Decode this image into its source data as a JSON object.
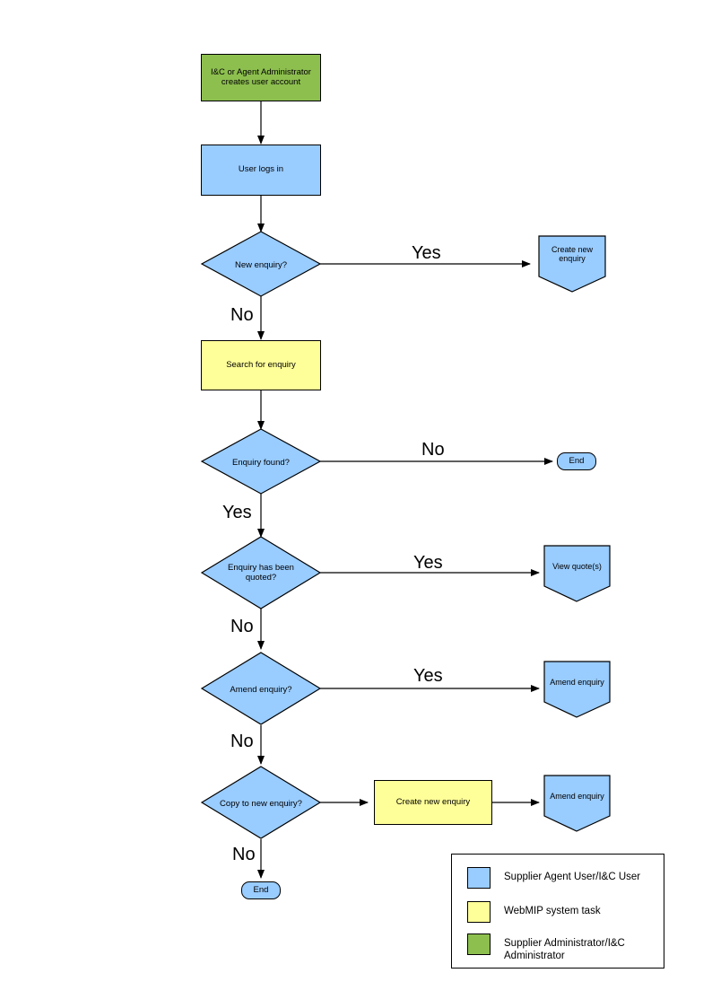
{
  "document": {
    "title": "WebMIP Enquiry Process Flowchart",
    "background": "#ffffff"
  },
  "colors": {
    "user_blue": "#99CCFF",
    "system_yellow": "#FFFF99",
    "admin_green": "#8DBF4F",
    "stroke": "#000000",
    "text": "#000000"
  },
  "nodes": {
    "admin_creates_account": {
      "label": "I&C or Agent Administrator creates user account",
      "shape": "process",
      "role": "admin"
    },
    "user_logs_in": {
      "label": "User logs in",
      "shape": "process",
      "role": "user"
    },
    "new_enquiry": {
      "label": "New enquiry?",
      "shape": "decision",
      "role": "user"
    },
    "create_new_enquiry_off": {
      "label": "Create new enquiry",
      "shape": "offpage",
      "role": "user"
    },
    "search_for_enquiry": {
      "label": "Search for enquiry",
      "shape": "process",
      "role": "system"
    },
    "enquiry_found": {
      "label": "Enquiry found?",
      "shape": "decision",
      "role": "user"
    },
    "end_top": {
      "label": "End",
      "shape": "terminator",
      "role": "user"
    },
    "enquiry_quoted": {
      "label": "Enquiry has been quoted?",
      "shape": "decision",
      "role": "user"
    },
    "view_quotes": {
      "label": "View quote(s)",
      "shape": "offpage",
      "role": "user"
    },
    "amend_enquiry_q": {
      "label": "Amend enquiry?",
      "shape": "decision",
      "role": "user"
    },
    "amend_enquiry_off_1": {
      "label": "Amend enquiry",
      "shape": "offpage",
      "role": "user"
    },
    "copy_to_new_enquiry": {
      "label": "Copy to new enquiry?",
      "shape": "decision",
      "role": "user"
    },
    "create_new_enquiry_task": {
      "label": "Create new enquiry",
      "shape": "process",
      "role": "system"
    },
    "amend_enquiry_off_2": {
      "label": "Amend enquiry",
      "shape": "offpage",
      "role": "user"
    },
    "end_bottom": {
      "label": "End",
      "shape": "terminator",
      "role": "user"
    }
  },
  "edge_labels": {
    "new_enquiry_yes": "Yes",
    "new_enquiry_no": "No",
    "enquiry_found_no": "No",
    "enquiry_found_yes": "Yes",
    "enquiry_quoted_yes": "Yes",
    "enquiry_quoted_no": "No",
    "amend_enquiry_yes": "Yes",
    "amend_enquiry_no": "No",
    "copy_to_new_no": "No"
  },
  "legend": {
    "items": [
      {
        "swatch": "#99CCFF",
        "label": "Supplier Agent User/I&C User"
      },
      {
        "swatch": "#FFFF99",
        "label": "WebMIP system task"
      },
      {
        "swatch": "#8DBF4F",
        "label": "Supplier Administrator/I&C\nAdministrator"
      }
    ]
  }
}
